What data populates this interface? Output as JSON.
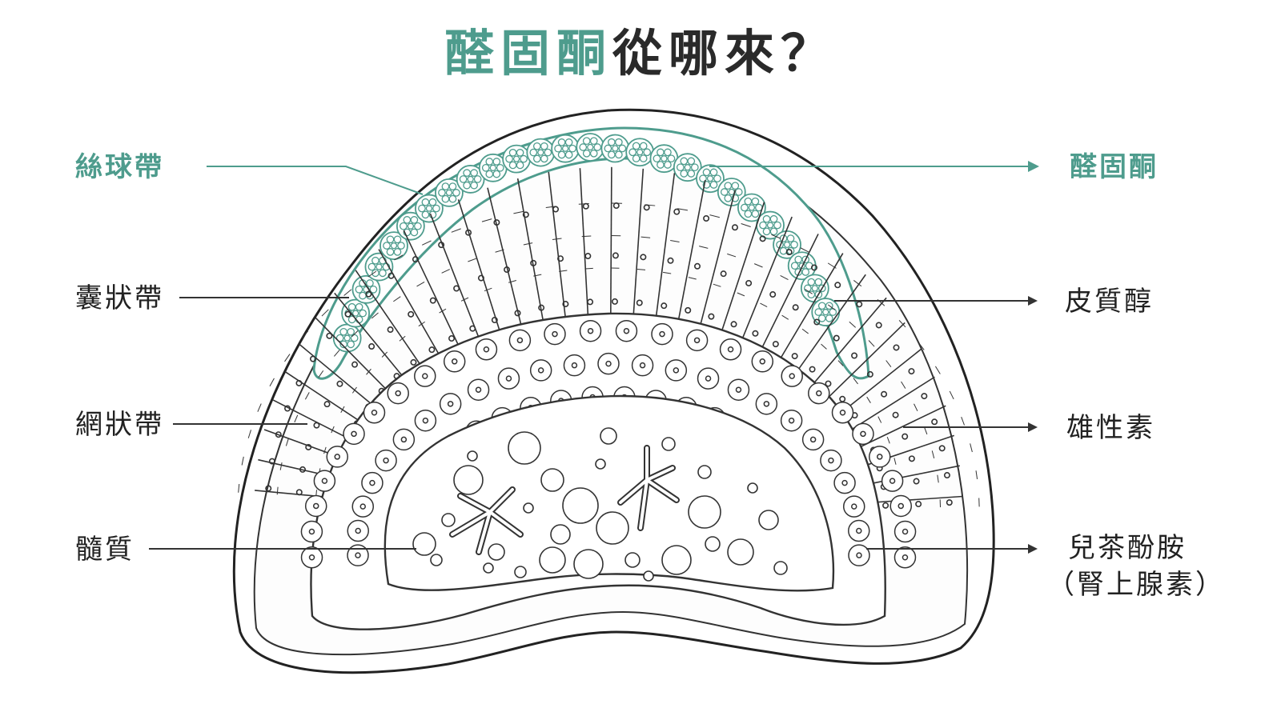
{
  "title": {
    "accent": "醛固酮",
    "rest": "從哪來？"
  },
  "left_labels": {
    "glomerulosa": "絲球帶",
    "fasciculata": "囊狀帶",
    "reticularis": "網狀帶",
    "medulla": "髓質"
  },
  "right_labels": {
    "aldosterone": "醛固酮",
    "cortisol": "皮質醇",
    "androgen": "雄性素",
    "catecholamine": "兒茶酚胺",
    "epinephrine": "（腎上腺素）"
  },
  "colors": {
    "accent": "#4e9c8d",
    "ink": "#2a2a2a",
    "line": "#333333"
  }
}
